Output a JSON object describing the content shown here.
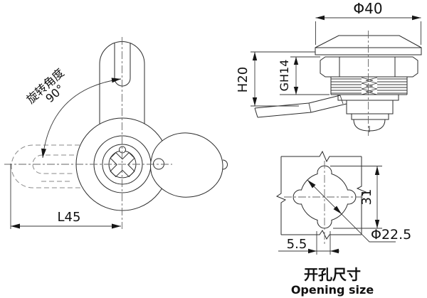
{
  "drawing": {
    "front_view": {
      "rotation_label": "旋转角度",
      "rotation_angle": "90°",
      "length_dim": "L45"
    },
    "side_view": {
      "diameter_dim": "Φ40",
      "height_dim": "H20",
      "thread_dim": "GH14"
    },
    "opening_view": {
      "vertical_dim": "31",
      "hole_diameter_dim": "Φ22.5",
      "notch_width_dim": "5.5",
      "caption_cn": "开孔尺寸",
      "caption_en": "Opening size"
    },
    "colors": {
      "line": "#2b2b2b",
      "background": "#ffffff"
    }
  }
}
